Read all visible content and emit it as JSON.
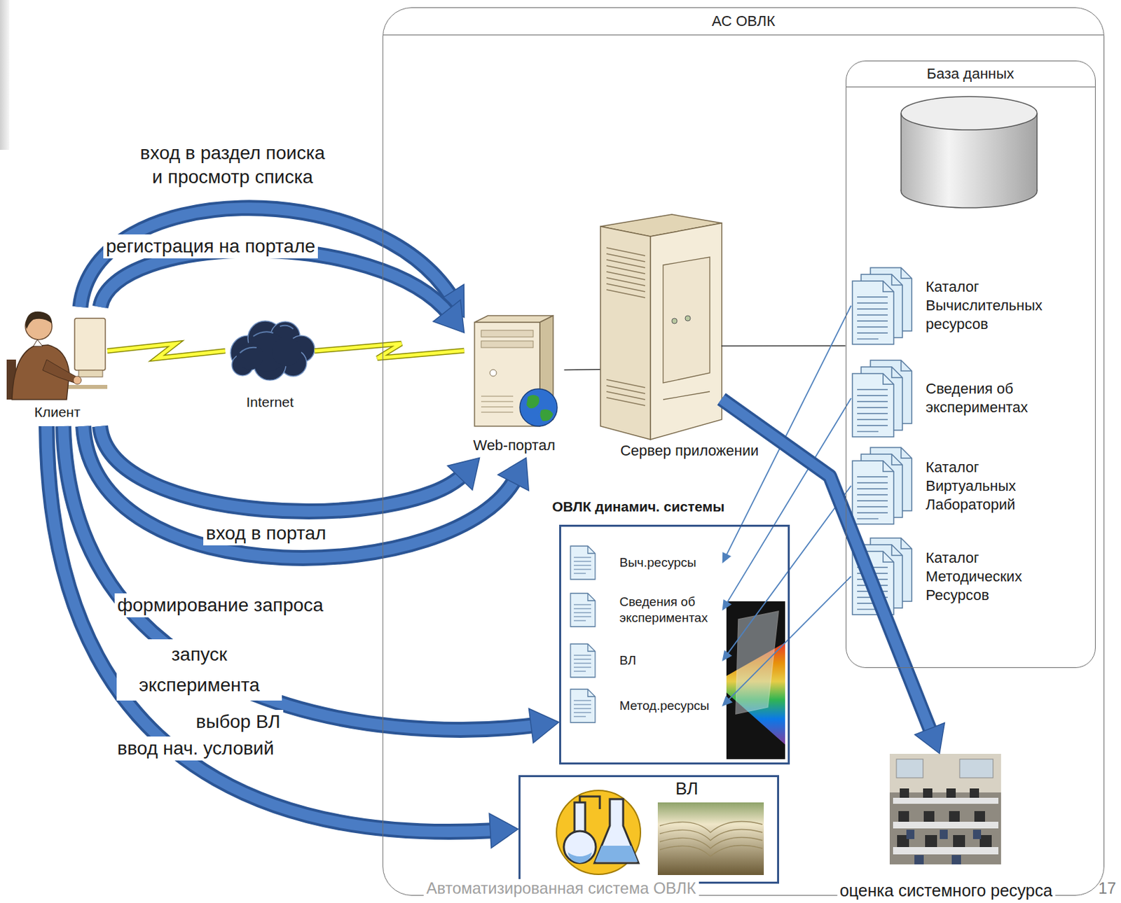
{
  "diagram": {
    "nodes": [
      {
        "text": [
          "Клиент"
        ]
      },
      {
        "text": [
          "Internet"
        ]
      },
      {
        "text": [
          "АС ОВЛК"
        ]
      },
      {
        "text": [
          "Web-портал"
        ],
        "in": 2
      },
      {
        "text": [
          "Сервер приложении"
        ],
        "in": 2
      },
      {
        "text": [
          "База данных"
        ],
        "in": 2
      },
      {
        "text": [
          "Каталог Вычислительных ресурсов"
        ],
        "in": 5
      },
      {
        "text": [
          "Сведения об экспериментах"
        ],
        "in": 5
      },
      {
        "text": [
          "Каталог Виртуальных Лабораторий"
        ],
        "in": 5
      },
      {
        "text": [
          "Каталог Методических Ресурсов"
        ],
        "in": 5
      },
      {
        "text": [
          "ОВЛК динамич. системы"
        ],
        "in": 2
      },
      {
        "text": [
          "Выч.ресурсы"
        ],
        "in": 10
      },
      {
        "text": [
          "Сведения об экспериментах"
        ],
        "in": 10
      },
      {
        "text": [
          "ВЛ"
        ],
        "in": 10
      },
      {
        "text": [
          "Метод.ресурсы"
        ],
        "in": 10
      },
      {
        "text": [
          "ВЛ"
        ],
        "in": 2
      },
      {
        "text": [
          "оценка системного ресурса"
        ],
        "in": 2
      }
    ],
    "edges": [
      {
        "from": 0,
        "to": 1,
        "arrow": "none"
      },
      {
        "from": 1,
        "to": 3,
        "arrow": "none"
      },
      {
        "from": 3,
        "to": 4,
        "arrow": "none"
      },
      {
        "from": 4,
        "to": 5,
        "arrow": "none"
      },
      {
        "from": 0,
        "to": 3,
        "label": "вход в раздел поиска и просмотр списка",
        "arrow": "to"
      },
      {
        "from": 0,
        "to": 3,
        "label": "регистрация на портале",
        "arrow": "to"
      },
      {
        "from": 0,
        "to": 3,
        "label": "вход в портал",
        "arrow": "to"
      },
      {
        "from": 0,
        "to": 3,
        "label": "формирование запроса",
        "arrow": "to"
      },
      {
        "from": 0,
        "to": 10,
        "label": "запуск эксперимента",
        "arrow": "to"
      },
      {
        "from": 0,
        "to": 15,
        "label": "выбор ВЛ",
        "arrow": "to"
      },
      {
        "from": 6,
        "to": 11,
        "arrow": "to"
      },
      {
        "from": 7,
        "to": 12,
        "arrow": "to"
      },
      {
        "from": 8,
        "to": 13,
        "arrow": "to"
      },
      {
        "from": 9,
        "to": 14,
        "arrow": "to"
      },
      {
        "from": 4,
        "to": 16,
        "arrow": "to"
      }
    ],
    "labels": [
      "ввод нач. условий",
      "Автоматизированная система ОВЛК",
      "17"
    ]
  }
}
